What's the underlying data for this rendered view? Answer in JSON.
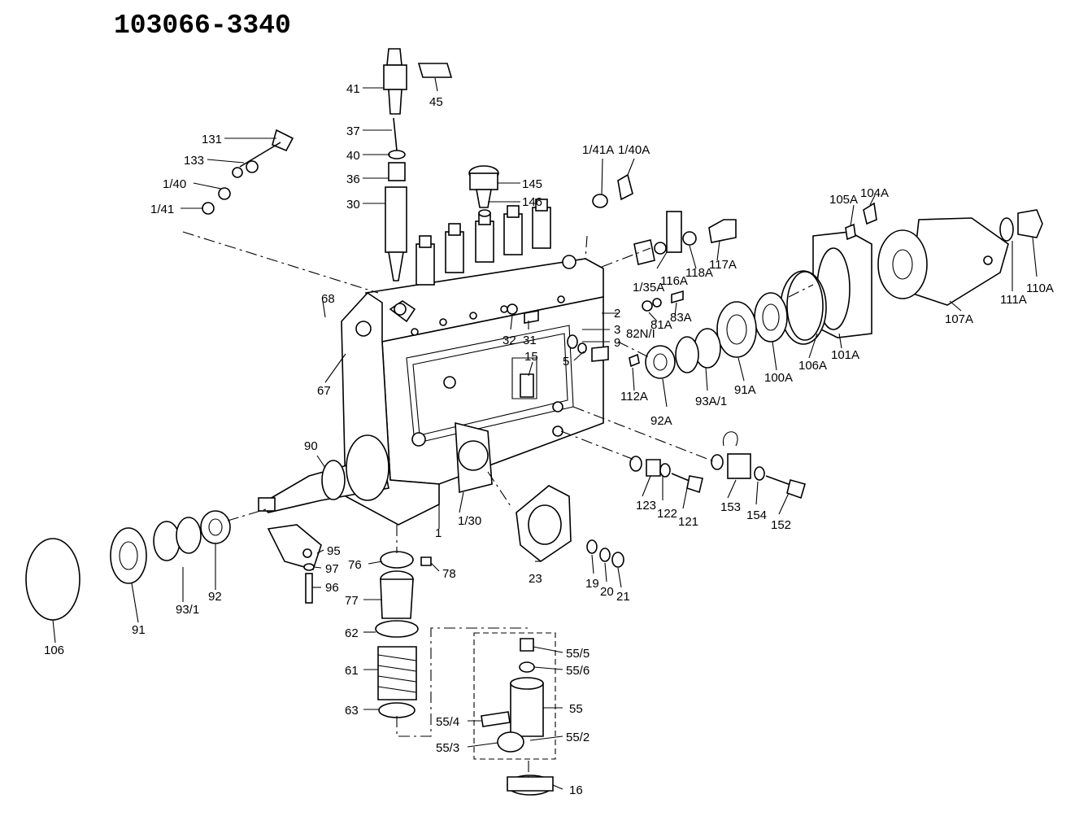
{
  "title": "103066-3340",
  "labels": {
    "p41": "41",
    "p45": "45",
    "p37": "37",
    "p40": "40",
    "p36": "36",
    "p30": "30",
    "p131": "131",
    "p133": "133",
    "p1_40": "1/40",
    "p1_41": "1/41",
    "p145": "145",
    "p146": "146",
    "p141A": "1/41A",
    "p140A": "1/40A",
    "p105A": "105A",
    "p104A": "104A",
    "p116A": "116A",
    "p118A": "118A",
    "p117A": "117A",
    "p135A": "1/35A",
    "p83A": "83A",
    "p82": "82N/I",
    "p81A": "81A",
    "p111A": "111A",
    "p110A": "110A",
    "p107A": "107A",
    "p101A": "101A",
    "p106A": "106A",
    "p100A": "100A",
    "p91A": "91A",
    "p93A": "93A/1",
    "p92A": "92A",
    "p112A": "112A",
    "p68": "68",
    "p67": "67",
    "p2": "2",
    "p3": "3",
    "p9": "9",
    "p5": "5",
    "p32": "32",
    "p31": "31",
    "p15": "15",
    "p90": "90",
    "p1": "1",
    "p1_30": "1/30",
    "p123": "123",
    "p122": "122",
    "p121": "121",
    "p153": "153",
    "p154": "154",
    "p152": "152",
    "p23": "23",
    "p19": "19",
    "p20": "20",
    "p21": "21",
    "p95": "95",
    "p97": "97",
    "p96": "96",
    "p76": "76",
    "p78": "78",
    "p77": "77",
    "p62": "62",
    "p61": "61",
    "p63": "63",
    "p91": "91",
    "p93": "93/1",
    "p92": "92",
    "p106": "106",
    "p55_5": "55/5",
    "p55_6": "55/6",
    "p55": "55",
    "p55_4": "55/4",
    "p55_3": "55/3",
    "p55_2": "55/2",
    "p16": "16"
  }
}
